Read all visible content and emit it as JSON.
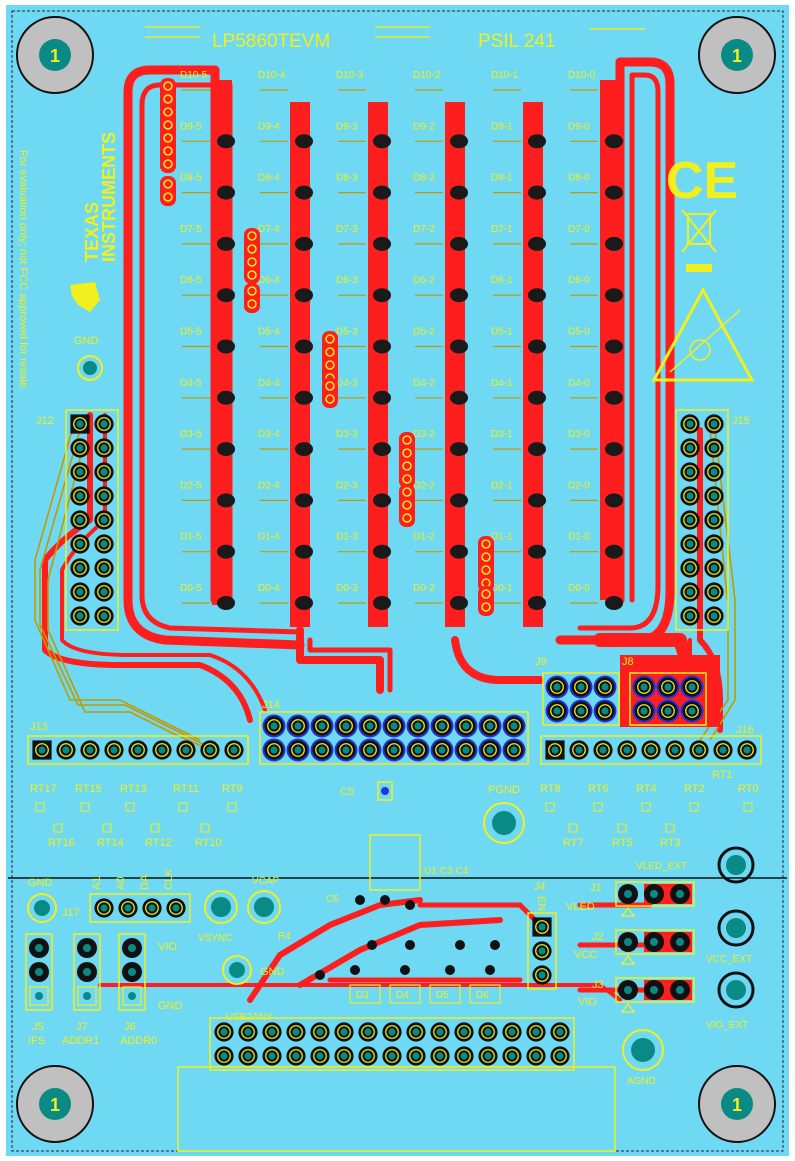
{
  "board": {
    "title": "LP5860TEVM",
    "code": "PSIL 241",
    "brand_line1": "TEXAS",
    "brand_line2": "INSTRUMENTS",
    "disclaimer": "For evaluation only; not FCC approved for resale.",
    "ce_mark": "CE",
    "mounting_hole_label": "1"
  },
  "led_columns": [
    "5",
    "4",
    "3",
    "2",
    "1",
    "0"
  ],
  "led_rows": [
    "10",
    "9",
    "8",
    "7",
    "6",
    "5",
    "4",
    "3",
    "2",
    "1",
    "0"
  ],
  "connectors": {
    "j12": "J12",
    "j13": "J13",
    "j14": "J14",
    "j15": "J15",
    "j16": "J16",
    "j17": "J17",
    "j9": "J9",
    "j8": "J8",
    "j1": "J1",
    "j2": "J2",
    "j3": "J3",
    "j4": "J4",
    "j5": "J5",
    "j6": "J6",
    "j7": "J7"
  },
  "resistor_rows": {
    "top_left": [
      "RT17",
      "RT15",
      "RT13",
      "RT11",
      "RT9"
    ],
    "bottom_left": [
      "RT16",
      "RT14",
      "RT12",
      "RT10"
    ],
    "top_right": [
      "RT8",
      "RT6",
      "RT4",
      "RT2",
      "RT0"
    ],
    "bottom_right": [
      "RT7",
      "RT5",
      "RT3"
    ],
    "rt1": "RT1"
  },
  "labels": {
    "gnd": "GND",
    "pgnd": "PGND",
    "agnd": "AGND",
    "c5": "C5",
    "c6": "C6",
    "c3c4": "C3 C4",
    "u1": "U1",
    "r4": "R4",
    "vcap": "VCAP",
    "vsync": "VSYNC",
    "vio": "VIO",
    "vled": "VLED",
    "vcc": "VCC",
    "en": "EN",
    "vled_ext": "VLED_EXT",
    "vcc_ext": "VCC_EXT",
    "vio_ext": "VIO_EXT",
    "usb2any": "USB2ANY",
    "ifs": "IFS",
    "addr1": "ADDR1",
    "addr0": "ADDR0",
    "j17_pins": [
      "A1",
      "A0",
      "DA",
      "CLK"
    ],
    "d_parts": [
      "D3",
      "D4",
      "D5",
      "D6"
    ]
  },
  "colors": {
    "board": "#6fd8f3",
    "copper": "#ff1e1e",
    "silk": "#f0f01e",
    "pad": "#0a8a84",
    "trace_gold": "#c29a00",
    "via_blue": "#2233dd"
  }
}
